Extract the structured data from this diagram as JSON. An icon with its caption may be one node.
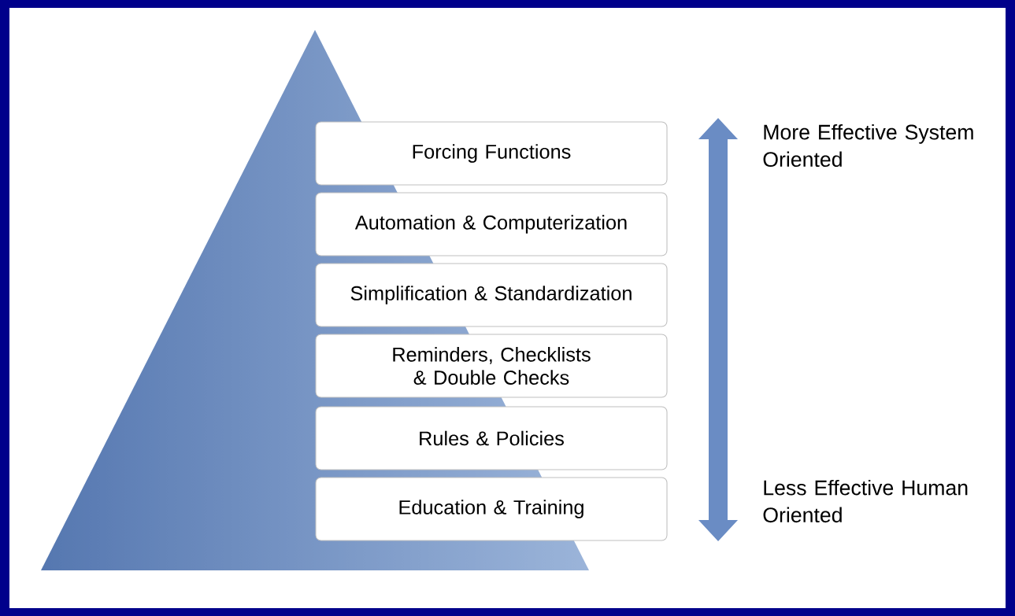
{
  "diagram": {
    "nodes": [
      {
        "text": [
          "Forcing Functions"
        ]
      },
      {
        "text": [
          "Automation & Computerization"
        ]
      },
      {
        "text": [
          "Simplification & Standardization"
        ]
      },
      {
        "text": [
          "Reminders, Checklists & Double Checks"
        ]
      },
      {
        "text": [
          "Rules & Policies"
        ]
      },
      {
        "text": [
          "Education & Training"
        ]
      }
    ],
    "edges": [],
    "labels": [
      "More Effective System Oriented",
      "Less Effective Human Oriented"
    ]
  }
}
